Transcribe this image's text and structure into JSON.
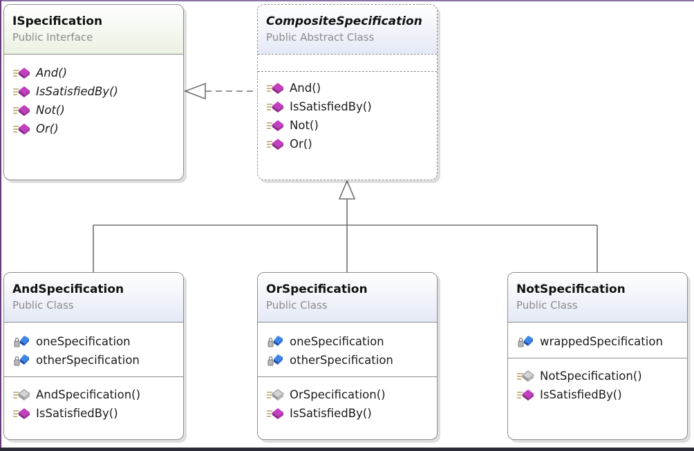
{
  "interface": {
    "name": "ISpecification",
    "kind": "Public Interface",
    "methods": [
      "And()",
      "IsSatisfiedBy()",
      "Not()",
      "Or()"
    ]
  },
  "composite": {
    "name": "CompositeSpecification",
    "kind": "Public Abstract Class",
    "methods": [
      "And()",
      "IsSatisfiedBy()",
      "Not()",
      "Or()"
    ]
  },
  "and_spec": {
    "name": "AndSpecification",
    "kind": "Public Class",
    "fields": [
      "oneSpecification",
      "otherSpecification"
    ],
    "methods": [
      "AndSpecification()",
      "IsSatisfiedBy()"
    ]
  },
  "or_spec": {
    "name": "OrSpecification",
    "kind": "Public Class",
    "fields": [
      "oneSpecification",
      "otherSpecification"
    ],
    "methods": [
      "OrSpecification()",
      "IsSatisfiedBy()"
    ]
  },
  "not_spec": {
    "name": "NotSpecification",
    "kind": "Public Class",
    "fields": [
      "wrappedSpecification"
    ],
    "methods": [
      "NotSpecification()",
      "IsSatisfiedBy()"
    ]
  },
  "icons": {
    "public_method": "public-method-icon",
    "constructor": "constructor-icon",
    "private_field": "private-field-icon"
  },
  "colors": {
    "method_purple": "#c23fbf",
    "field_blue": "#2d6fd8",
    "constructor_gray": "#9a9a9a",
    "interface_header": "#eaf2e2",
    "class_header": "#e4e9f5"
  }
}
